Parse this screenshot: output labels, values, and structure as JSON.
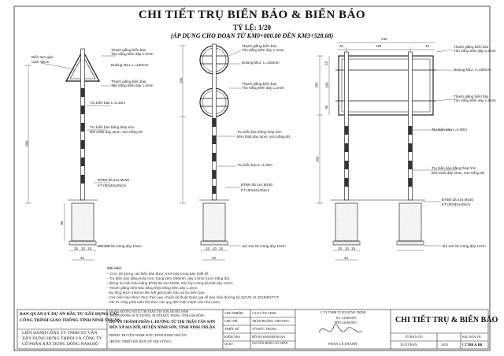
{
  "drawing": {
    "title": "CHI TIẾT TRỤ BIỂN BÁO & BIỂN BÁO",
    "scale": "TỶ LỆ: 1/20",
    "scope": "(ÁP DỤNG CHO ĐOẠN TỪ KM0+000.00 ĐẾN KM3+528.68)"
  },
  "labels": {
    "sign_note_a": "Biển tam giác",
    "sign_note_b": "cạnh 90cm",
    "brace_top": "Thanh giằng biển báo",
    "brace_top_sub": "Tôn trắng kẽm dày 1.2mm",
    "bolt": "Bulong M12, L=150mm",
    "brace_bottom": "Thanh giằng biển báo",
    "brace_bottom_sub": "Tôn trắng kẽm dày 1.2mm",
    "post_530": "Trụ biển báo L=5.30m",
    "post_425": "Trụ biển báo L=4.25m",
    "post_400": "Trụ biển báo L=4.00m",
    "pipe_a": "Trụ biển báo bằng thép tròn",
    "pipe_b": "kẽm D90 dày 2mm, sơn trắng đỏ",
    "pipe_c": "Trụ biển báo bằng thép tròn",
    "pipe_d": "kẽm D90 dày 2mm, sơn trắng đỏ",
    "anchor_a": "BT6M đá 2x4 M150",
    "anchor_b": "KT (80x40x40)cm",
    "gravel": "Đá 4x6 lót móng dày 10cm"
  },
  "dims": {
    "d240": "240",
    "d20a": "20",
    "d190": "190",
    "d20b": "20",
    "d150": "150",
    "d10": "10",
    "d100": "100",
    "d50": "50",
    "d200a": "200",
    "d200b": "200",
    "d200c": "200",
    "d80": "80",
    "d40a": "40",
    "d40b": "40",
    "d40c": "40",
    "d15": "15",
    "d10b": "10",
    "d15b": "15"
  },
  "notes": {
    "heading": "Ghi chú:",
    "n1": "- Vị trí, số lượng các biển báo được trình bày trong bản thiết kế;",
    "n2": "- Trụ biển báo bằng thép tròn, tráng kẽm D90mm, dày 2.0mm (sơn trắng đỏ);",
    "n3": "- Móng trụ biển báo bằng BTđá đá 2x4 M150, trên lớp móng đá 4x6 dày 10cm;",
    "n4": "- Thanh giằng biển báo bằng thép trắng kẽm dày 1.2mm;",
    "n5": "- Bu lông M12~150mm liên kết giữa biển báo và trụ biển báo;",
    "n6": "- Các biển báo được thực theo quy chuẩn kỹ thuật Quốc gia về báo hiệu đường bộ QCVN 41:2019/BGTVT;",
    "n7": "- Khi thi công phải tuân thủ theo các quy định hiện hành của nhà nước;"
  },
  "titleblock": {
    "owner_1": "BAN QUẢN LÝ DỰ ÁN ĐẦU TƯ XÂY DỰNG CÁC",
    "owner_2": "CÔNG TRÌNH GIAO THÔNG TỈNH NINH THUẬN",
    "contractor_1": "LIÊN DANH CÔNG TY TNHH TƯ VẤN",
    "contractor_2": "XÂY DỰNG HƯNG THỊNH VÀ CÔNG TY",
    "contractor_3": "CỔ PHẦN XÂY DỰNG ĐÔNG NAM BỘ",
    "project_1": "DỰ ÁN: ĐƯỜNG NỐI TỪ THỊ TRẤN TÂN SƠN, HUYỆN NINH",
    "project_2": "THUẬN ĐƯỜNG ĐI TỪ DƯƠNG, HUYỆN ĐỨC TRỌNG, TỈNH LÂM ĐỒNG",
    "project_3": "DỰ ÁN THÀNH PHẦN 1: ĐƯỜNG TỪ THỊ TRẤN TÂN SƠN",
    "project_4": "ĐẾN XÃ MA NỚI, HUYỆN NINH SƠN, TỈNH NINH THUẬN",
    "project_5": "ĐĐXD: HUYỆN NINH SƠN, TỈNH NINH THUẬN",
    "project_6": "(BƯỚC THIẾT KẾ BẢN VẼ THI CÔNG)",
    "role_1": "CHỦ NHIỆM",
    "role_2": "CHỦ TRÌ",
    "role_3": "THIẾT KẾ",
    "role_4": "KIỂM TRA",
    "role_5": "QLKT",
    "name_1": "CAO VĂN VINH",
    "name_2": "TRẦN HOÀNG CHƯƠNG",
    "name_3": "VÕ ĐỨC TRỌNG",
    "name_4": "HỒ BÁ KHÁNH ĐOAN",
    "name_5": "NGUYỄN MINH CAO NHÂN",
    "stamp_1": "C.TY TNHH TVXD HƯNG THỊNH",
    "stamp_2": "KT. GIÁM ĐỐC",
    "stamp_3": "PHÓ GIÁM ĐỐC",
    "signer": "PHAN LÊ THANH",
    "sheet_name": "CHI TIẾT TRỤ & BIỂN BÁO",
    "sheet_no_label": "TỜ BẢN VẼ:",
    "sheet_no_value": "KH. BẢN VẼ:",
    "sheet_code": "CTTBB & BB",
    "issued_label": "XUẤT BẢN:",
    "issued_value": "/2021"
  }
}
